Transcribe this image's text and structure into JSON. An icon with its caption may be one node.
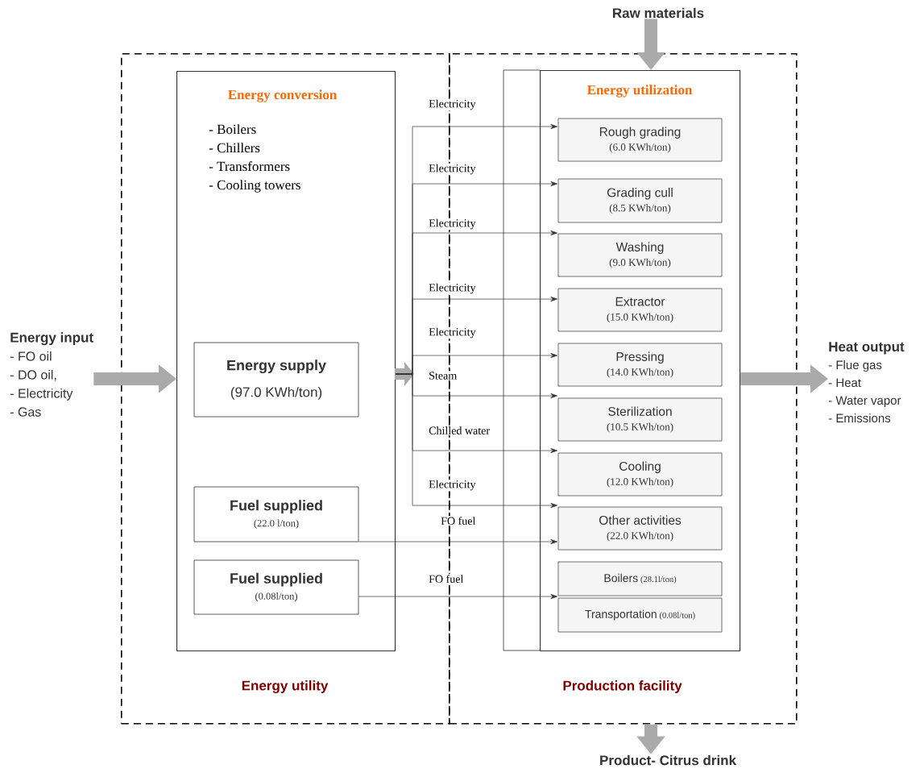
{
  "diagram": {
    "nodes": [
      {
        "text": [
          "Energy utility"
        ]
      },
      {
        "text": [
          "Production facility"
        ]
      },
      {
        "text": [
          "Energy conversion",
          "- Boilers",
          "- Chillers",
          "- Transformers",
          "- Cooling towers"
        ],
        "in": 0
      },
      {
        "text": [
          "Energy supply",
          "(97.0 KWh/ton)"
        ],
        "in": 2
      },
      {
        "text": [
          "Fuel supplied",
          "(22.0 l/ton)"
        ],
        "in": 2
      },
      {
        "text": [
          "Fuel supplied",
          "(0.08l/ton)"
        ],
        "in": 2
      },
      {
        "text": [
          "Energy utilization"
        ],
        "in": 1
      },
      {
        "text": [
          "Rough grading",
          "(6.0 KWh/ton)"
        ],
        "in": 6
      },
      {
        "text": [
          "Grading cull",
          "(8.5 KWh/ton)"
        ],
        "in": 6
      },
      {
        "text": [
          "Washing",
          "(9.0 KWh/ton)"
        ],
        "in": 6
      },
      {
        "text": [
          "Extractor",
          "(15.0 KWh/ton)"
        ],
        "in": 6
      },
      {
        "text": [
          "Pressing",
          "(14.0 KWh/ton)"
        ],
        "in": 6
      },
      {
        "text": [
          "Sterilization",
          "(10.5 KWh/ton)"
        ],
        "in": 6
      },
      {
        "text": [
          "Cooling",
          "(12.0 KWh/ton)"
        ],
        "in": 6
      },
      {
        "text": [
          "Other activities",
          "(22.0 KWh/ton)"
        ],
        "in": 6
      },
      {
        "text": [
          "Boilers",
          "(28.1l/ton)"
        ],
        "in": 6
      },
      {
        "text": [
          "Transportation",
          "(0.08l/ton)"
        ],
        "in": 6
      },
      {
        "text": [
          "Energy input",
          "- FO oil",
          "- DO oil,",
          "- Electricity",
          "- Gas"
        ]
      },
      {
        "text": [
          "Heat output",
          "- Flue gas",
          "- Heat",
          "- Water vapor",
          "- Emissions"
        ]
      },
      {
        "text": [
          "Raw materials"
        ]
      },
      {
        "text": [
          "Product- Citrus drink"
        ]
      }
    ],
    "edges": [
      {
        "from": 17,
        "to": 2,
        "arrow": "to",
        "style": "thick",
        "color": "#aaaaaa"
      },
      {
        "from": 2,
        "to": 7,
        "arrow": "to",
        "label": "Electricity"
      },
      {
        "from": 2,
        "to": 8,
        "arrow": "to",
        "label": "Electricity"
      },
      {
        "from": 2,
        "to": 9,
        "arrow": "to",
        "label": "Electricity"
      },
      {
        "from": 2,
        "to": 10,
        "arrow": "to",
        "label": "Electricity"
      },
      {
        "from": 2,
        "to": 11,
        "arrow": "to",
        "label": "Electricity"
      },
      {
        "from": 2,
        "to": 12,
        "arrow": "to",
        "label": "Steam"
      },
      {
        "from": 2,
        "to": 13,
        "arrow": "to",
        "label": "Chilled water"
      },
      {
        "from": 2,
        "to": 14,
        "arrow": "to",
        "label": "Electricity"
      },
      {
        "from": 4,
        "to": 14,
        "arrow": "to",
        "label": "FO fuel"
      },
      {
        "from": 5,
        "to": 16,
        "arrow": "to",
        "label": "FO fuel"
      },
      {
        "from": 19,
        "to": 6,
        "arrow": "to",
        "style": "thick",
        "color": "#aaaaaa"
      },
      {
        "from": 6,
        "to": 18,
        "arrow": "to",
        "style": "thick",
        "color": "#aaaaaa"
      },
      {
        "from": 1,
        "to": 20,
        "arrow": "to",
        "style": "thick",
        "color": "#aaaaaa"
      }
    ]
  }
}
